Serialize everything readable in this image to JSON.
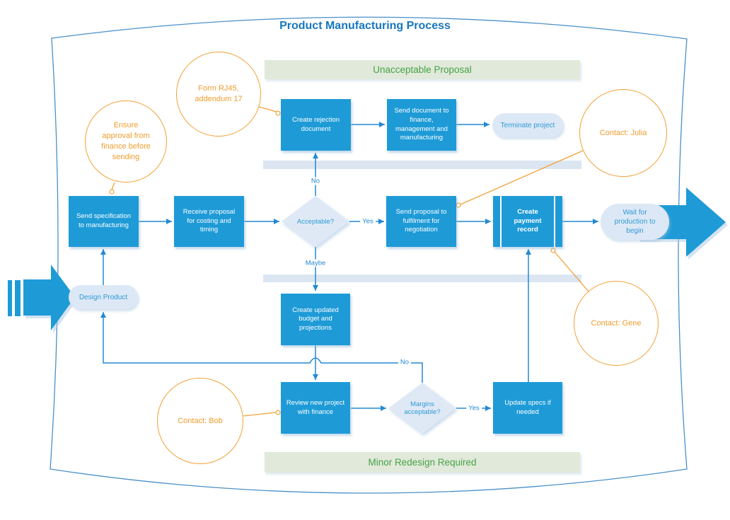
{
  "title": "Product Manufacturing Process",
  "banners": {
    "top": "Unacceptable Proposal",
    "bottom": "Minor Redesign Required"
  },
  "nodes": {
    "send_spec": {
      "label": "Send specification to manufacturing",
      "type": "process"
    },
    "receive_proposal": {
      "label": "Receive proposal for costing and timing",
      "type": "process"
    },
    "acceptable": {
      "label": "Acceptable?",
      "type": "decision"
    },
    "send_proposal": {
      "label": "Send proposal to fulfilment for negotiation",
      "type": "process"
    },
    "create_payment": {
      "label": "Create payment record",
      "type": "predefined-process"
    },
    "wait_production": {
      "label": "Wait for production to begin",
      "type": "terminator"
    },
    "create_rejection": {
      "label": "Create rejection document",
      "type": "process"
    },
    "send_document": {
      "label": "Send document to finance, management and manufacturing",
      "type": "process"
    },
    "terminate": {
      "label": "Terminate project",
      "type": "terminator"
    },
    "design_product": {
      "label": "Design Product",
      "type": "terminator"
    },
    "create_budget": {
      "label": "Create updated budget and projections",
      "type": "process"
    },
    "review_project": {
      "label": "Review new project with finance",
      "type": "process"
    },
    "margins": {
      "label": "Margins acceptable?",
      "type": "decision"
    },
    "update_specs": {
      "label": "Update specs if needed",
      "type": "process"
    }
  },
  "callouts": {
    "form_rj45": "Form RJ45, addendum 17",
    "ensure_approval": "Ensure approval from finance before sending",
    "julia": "Contact: Julia",
    "gene": "Contact: Gene",
    "bob": "Contact: Bob"
  },
  "edge_labels": {
    "no_top": "No",
    "yes_main": "Yes",
    "maybe": "Maybe",
    "no_margins": "No",
    "yes_margins": "Yes"
  },
  "colors": {
    "process_fill": "#1e9bd7",
    "process_text": "#ffffff",
    "light_fill": "#dfe9f6",
    "shape_text_blue": "#2e9ad6",
    "connector_blue": "#2389d4",
    "band_fill": "#dce6f3",
    "banner_fill": "#e1e9da",
    "banner_text": "#46a346",
    "callout_orange": "#f2a138",
    "title_blue": "#1777bd",
    "frame_stroke": "#4a90c8"
  }
}
